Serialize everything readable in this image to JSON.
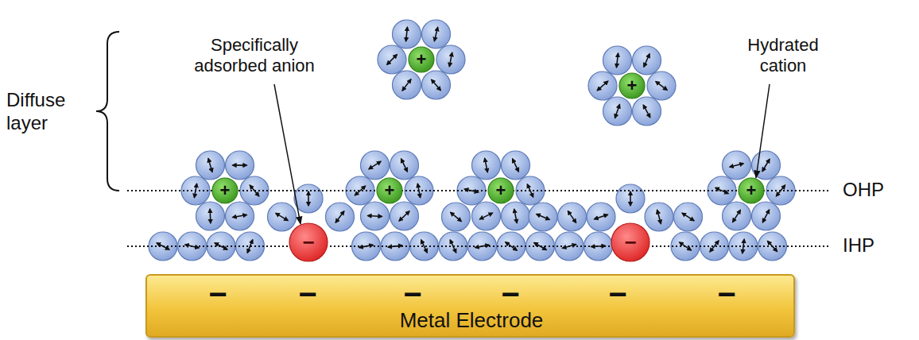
{
  "diagram": {
    "nodes": [
      {
        "text": [
          "+"
        ]
      },
      {
        "text": [
          "+"
        ]
      },
      {
        "text": [
          "+"
        ]
      },
      {
        "text": [
          "+"
        ]
      },
      {
        "text": [
          "+"
        ]
      },
      {
        "text": [
          "+"
        ]
      },
      {
        "text": [
          "−"
        ]
      },
      {
        "text": [
          "−"
        ]
      },
      {
        "text": [
          "−",
          "−",
          "−",
          "−",
          "−",
          "−",
          "Metal Electrode"
        ]
      }
    ],
    "labels": [
      "Diffuse layer",
      "Specifically adsorbed anion",
      "Hydrated cation",
      "OHP",
      "IHP"
    ]
  }
}
